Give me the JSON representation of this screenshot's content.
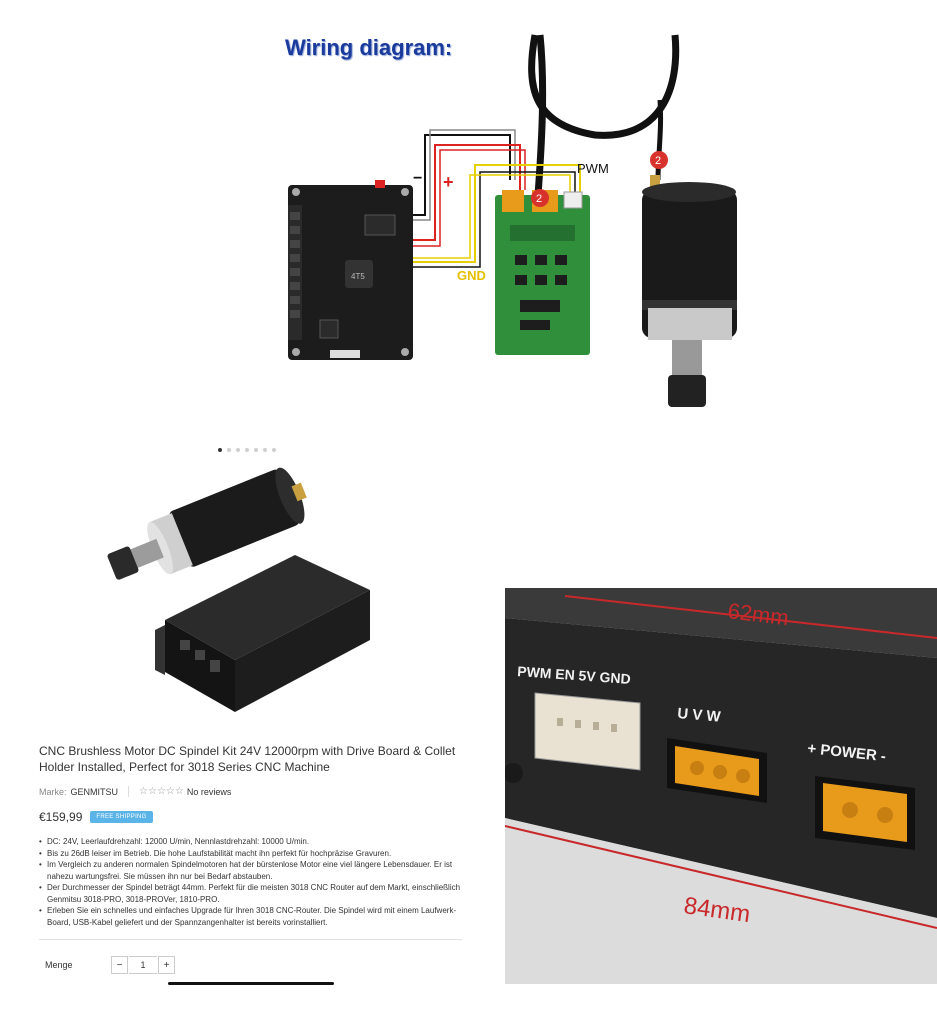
{
  "wiring": {
    "title": "Wiring diagram:",
    "pwm_label": "PWM",
    "gnd_label": "GND",
    "minus_label": "−",
    "plus_label": "+",
    "badge_label": "2",
    "chip_label": "4T5"
  },
  "carousel": {
    "total": 7,
    "active_index": 0
  },
  "product": {
    "title": "CNC Brushless Motor DC Spindel Kit 24V 12000rpm with Drive Board & Collet Holder Installed, Perfect for 3018 Series CNC Machine",
    "brand_label": "Marke:",
    "brand": "GENMITSU",
    "stars": "☆☆☆☆☆",
    "reviews": "No reviews",
    "price": "€159,99",
    "shipping_badge": "FREE SHIPPING",
    "features": [
      "DC: 24V, Leerlaufdrehzahl: 12000 U/min, Nennlastdrehzahl: 10000 U/min.",
      "Bis zu 26dB leiser im Betrieb. Die hohe Laufstabilität macht ihn perfekt für hochpräzise Gravuren.",
      "Im Vergleich zu anderen normalen Spindelmotoren hat der bürstenlose Motor eine viel längere Lebensdauer. Er ist nahezu wartungsfrei. Sie müssen ihn nur bei Bedarf abstauben.",
      "Der Durchmesser der Spindel beträgt 44mm. Perfekt für die meisten 3018 CNC Router auf dem Markt, einschließlich Genmitsu 3018-PRO, 3018-PROVer, 1810-PRO.",
      "Erleben Sie ein schnelles und einfaches Upgrade für Ihren 3018 CNC-Router. Die Spindel wird mit einem Laufwerk-Board, USB-Kabel geliefert und der Spannzangenhalter ist bereits vorinstalliert."
    ],
    "quantity_label": "Menge",
    "quantity_value": "1",
    "minus": "−",
    "plus": "+"
  },
  "closeup": {
    "width_top": "62mm",
    "width_bottom": "84mm",
    "connector_pins_label": "PWM  EN  5V  GND",
    "motor_label": "U  V  W",
    "power_label": "+ POWER -"
  },
  "colors": {
    "shipping_badge": "#5bb4e8",
    "title_blue": "#1a3a9c",
    "pcb_green": "#2f8f3a",
    "connector_orange": "#e89a1a",
    "dimension_red": "#c8282a"
  }
}
